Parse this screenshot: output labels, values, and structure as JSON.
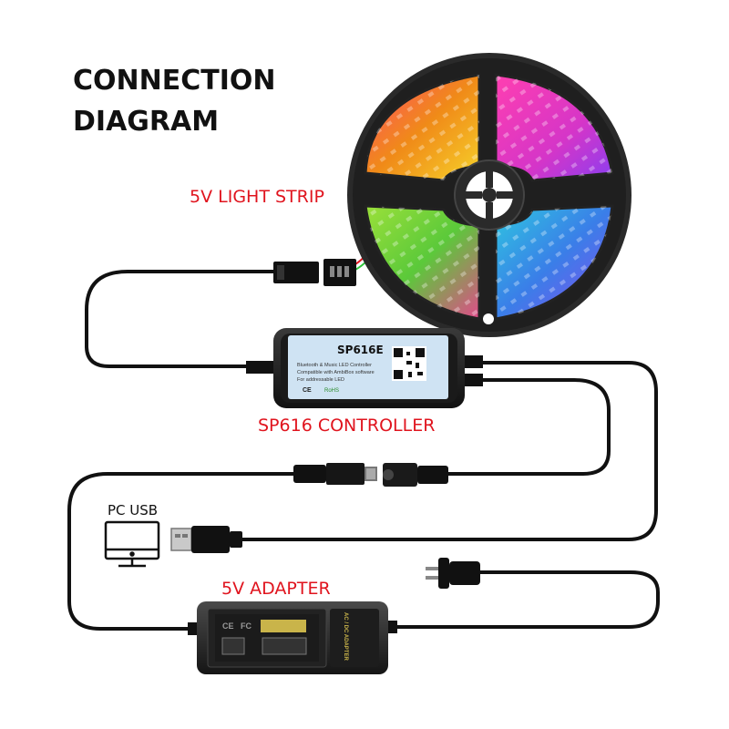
{
  "title": {
    "line1": "CONNECTION",
    "line2": "DIAGRAM"
  },
  "labels": {
    "strip": "5V LIGHT STRIP",
    "controller": "SP616 CONTROLLER",
    "pc_usb": "PC USB",
    "adapter": "5V ADAPTER"
  },
  "controller": {
    "model": "SP616E",
    "subtitle": "Bluetooth & Music LED Controller",
    "line2": "Compatible with AmbiBox software",
    "line3": "For addressable LED",
    "marks": [
      "CE",
      "RoHS"
    ]
  },
  "adapter": {
    "side_text": "AC / DC ADAPTER",
    "marks": [
      "CE",
      "FC"
    ]
  },
  "colors": {
    "label_red": "#e0141e",
    "title": "#111111",
    "cable": "#111111",
    "reel": "#2a2a2a",
    "strip_orange": "#f08a18",
    "strip_magenta": "#d535c8",
    "strip_green": "#5bc93a",
    "strip_blue": "#3a7ee8",
    "controller_label": "#cfe3f3"
  },
  "icons": [
    "led-strip-reel",
    "jst-connector",
    "sp616-controller",
    "dc-barrel-plug",
    "dc-socket",
    "usb-plug",
    "monitor-icon",
    "eu-power-plug",
    "power-adapter"
  ]
}
